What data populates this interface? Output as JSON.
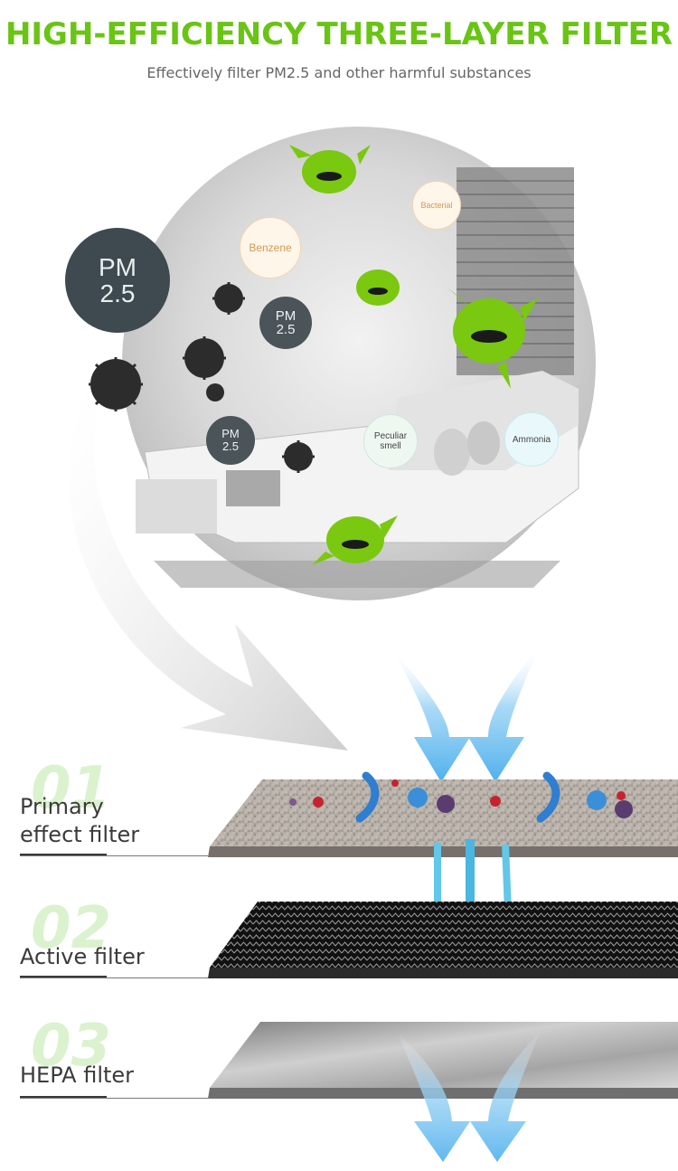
{
  "header": {
    "title": "HIGH-EFFICIENCY THREE-LAYER FILTER",
    "subtitle": "Effectively filter PM2.5 and other harmful substances"
  },
  "bubbles": {
    "pm_big": "PM\n2.5",
    "pm_mid": "PM\n2.5",
    "pm_small": "PM\n2.5",
    "benzene": "Benzene",
    "bacterial": "Bacterial",
    "peculiar": "Peculiar\nsmell",
    "ammonia": "Ammonia"
  },
  "layers": [
    {
      "number": "01",
      "label": "Primary\neffect filter"
    },
    {
      "number": "02",
      "label": "Active filter"
    },
    {
      "number": "03",
      "label": "HEPA filter"
    }
  ],
  "colors": {
    "accent": "#69c414",
    "text_dark": "#3b3b3b",
    "arrow_blue": "#5fb8ee"
  }
}
